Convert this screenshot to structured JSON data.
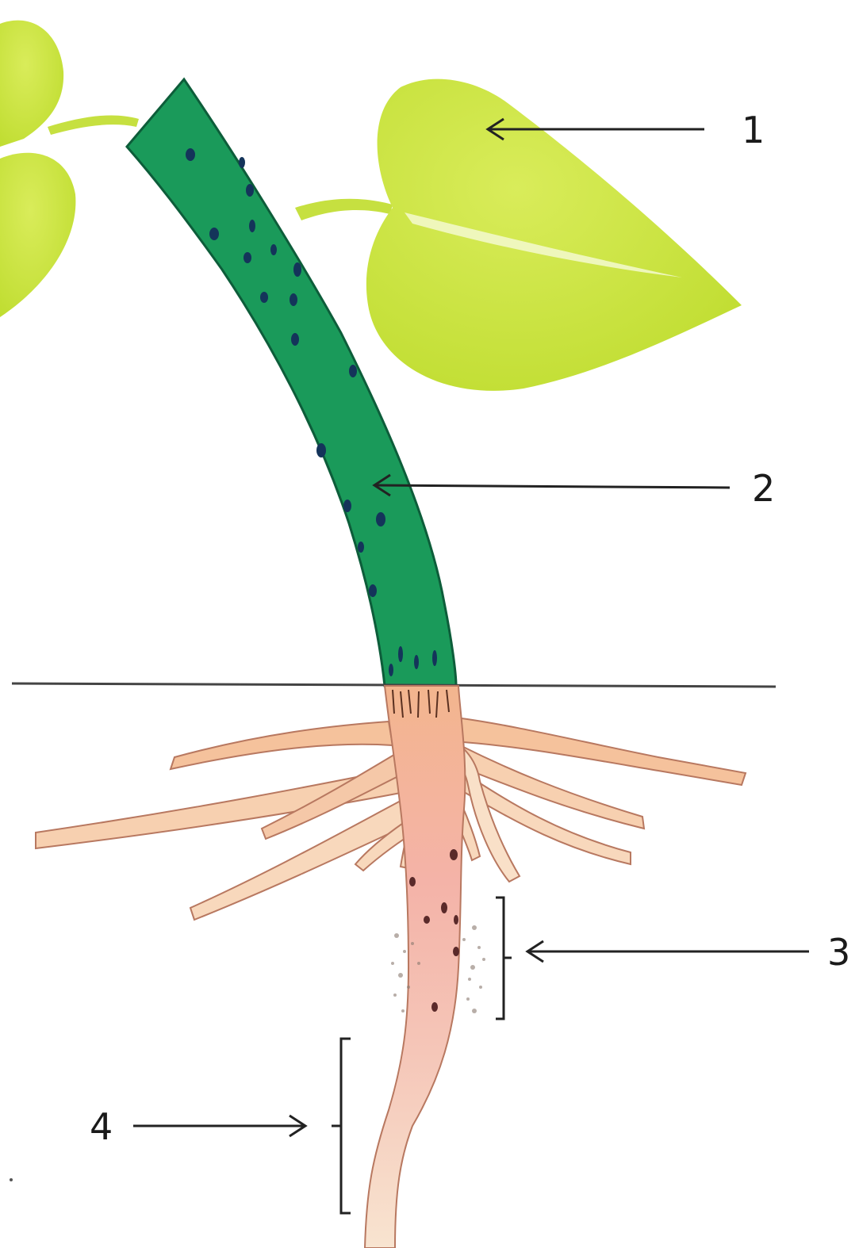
{
  "diagram": {
    "type": "plant-structure",
    "labels": [
      {
        "id": "1",
        "text": "1",
        "target": "leaf"
      },
      {
        "id": "2",
        "text": "2",
        "target": "stem"
      },
      {
        "id": "3",
        "text": "3",
        "target": "root-hair-zone"
      },
      {
        "id": "4",
        "text": "4",
        "target": "root-tip"
      }
    ],
    "colors": {
      "leaf": "#c8e23c",
      "leaf_highlight": "#e2f07a",
      "stem": "#1a9a5a",
      "stem_outline": "#0d5d3a",
      "stem_spots": "#14345a",
      "root_upper": "#f3b58e",
      "root_mid": "#f2b3ad",
      "root_tip": "#f7e0c8",
      "root_hairs": "#8a7a70",
      "ground_line": "#444444",
      "arrow": "#222222"
    }
  }
}
